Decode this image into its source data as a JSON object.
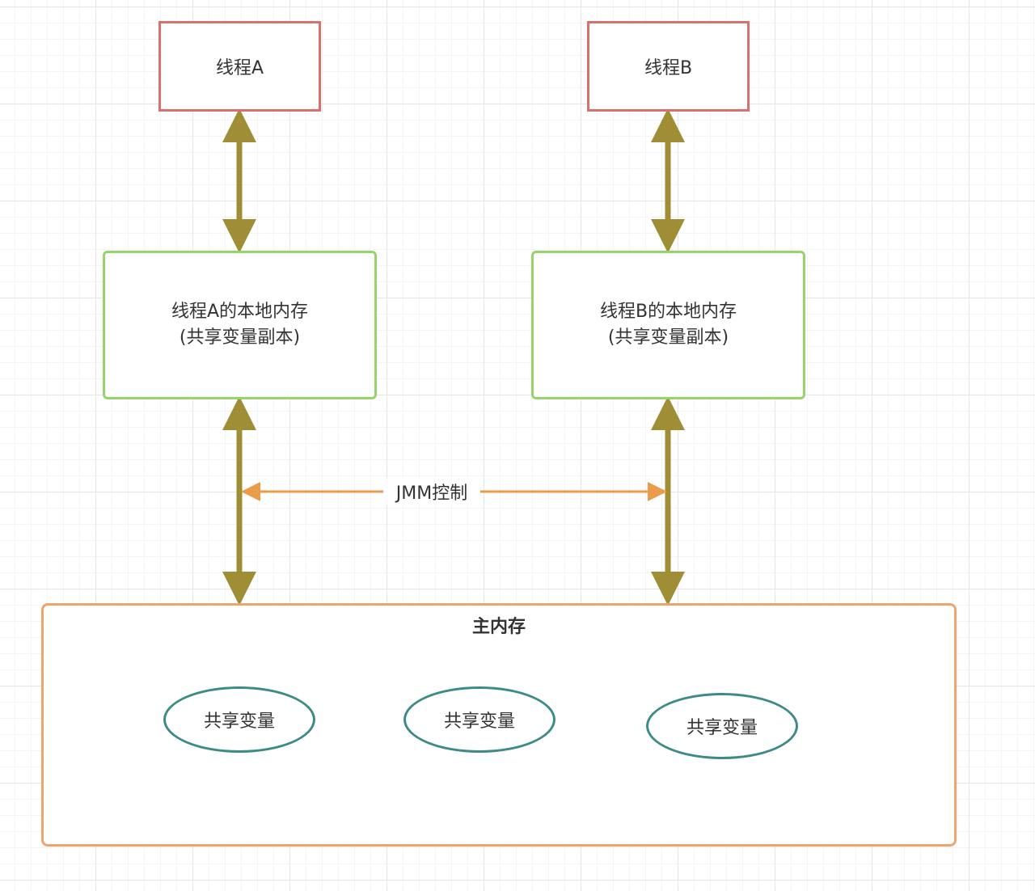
{
  "diagram": {
    "threads": [
      {
        "id": "thread-a",
        "label": "线程A"
      },
      {
        "id": "thread-b",
        "label": "线程B"
      }
    ],
    "local_memory": [
      {
        "id": "local-a",
        "line1": "线程A的本地内存",
        "line2": "(共享变量副本)"
      },
      {
        "id": "local-b",
        "line1": "线程B的本地内存",
        "line2": "(共享变量副本)"
      }
    ],
    "control_label": "JMM控制",
    "main_memory": {
      "title": "主内存",
      "variables": [
        "共享变量",
        "共享变量",
        "共享变量"
      ]
    },
    "colors": {
      "thread_border": "#d9706e",
      "local_border": "#96d46a",
      "main_border": "#f0a46b",
      "variable_border": "#3d8b87",
      "connector": "#a08e37",
      "control_arrow": "#ec9a4c"
    }
  }
}
